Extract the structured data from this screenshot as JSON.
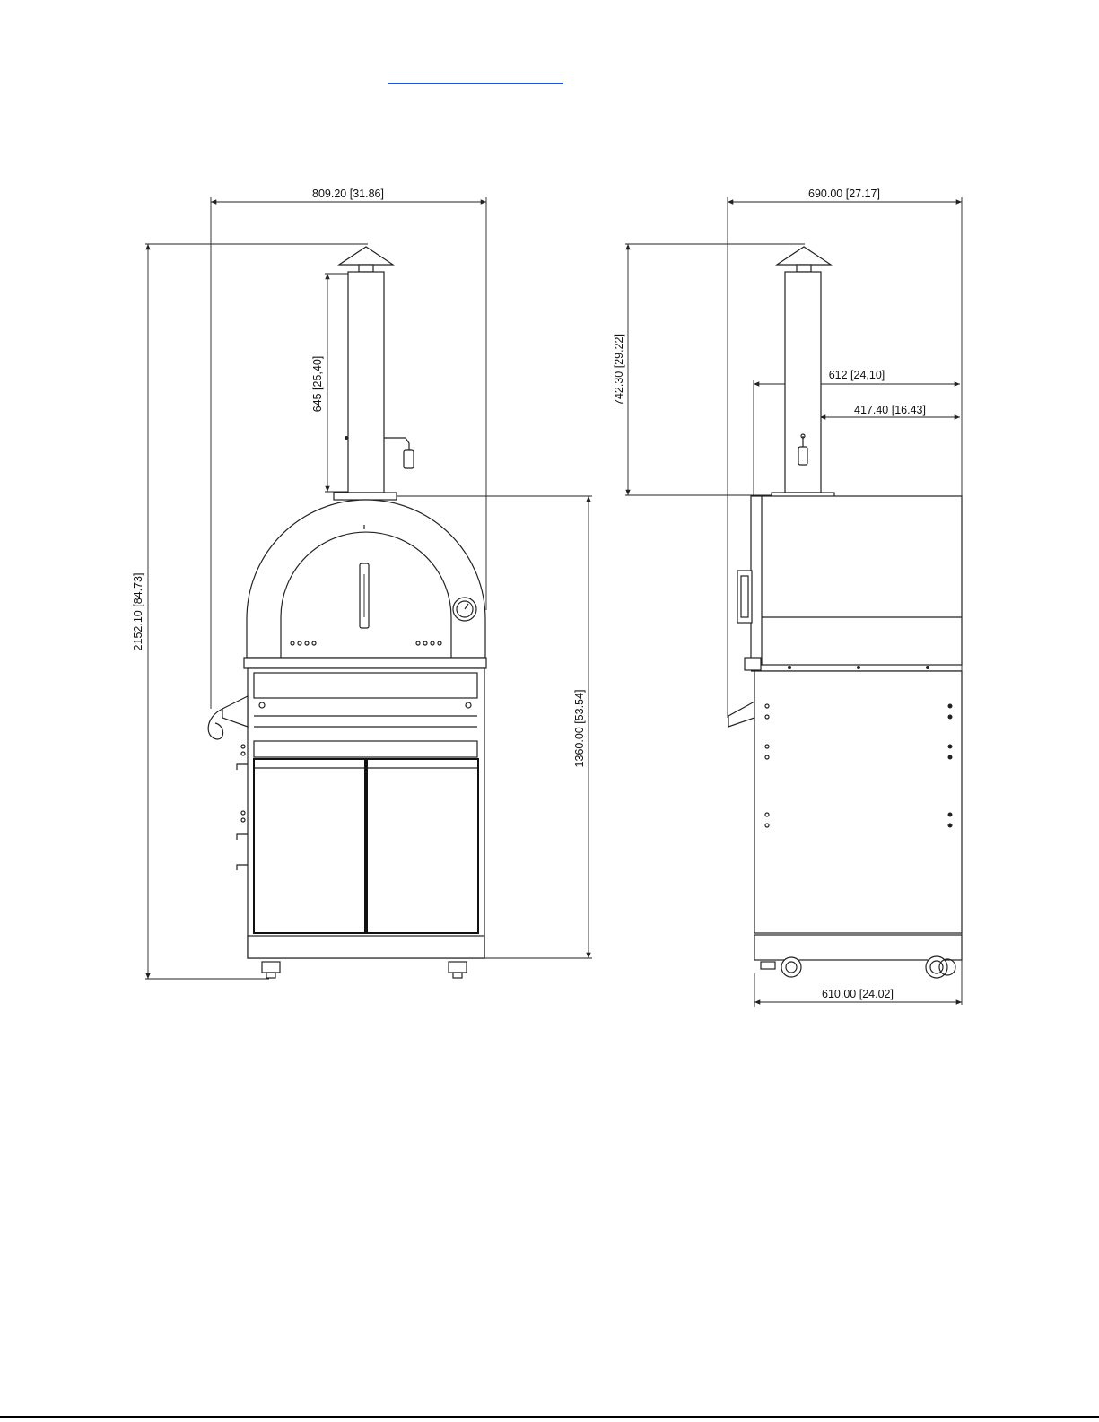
{
  "header": {
    "link_text": ""
  },
  "front_view": {
    "dim_width": "809.20 [31.86]",
    "dim_total_height": "2152.10 [84.73]",
    "dim_chimney": "645 [25,40]",
    "dim_base_height": "1360.00 [53.54]"
  },
  "side_view": {
    "dim_width": "690.00 [27.17]",
    "dim_chimney": "742.30 [29.22]",
    "dim_depth_a": "612 [24,10]",
    "dim_depth_b": "417.40 [16.43]",
    "dim_base_width": "610.00 [24.02]"
  },
  "colors": {
    "link": "#1a56e0",
    "line": "#222222"
  }
}
